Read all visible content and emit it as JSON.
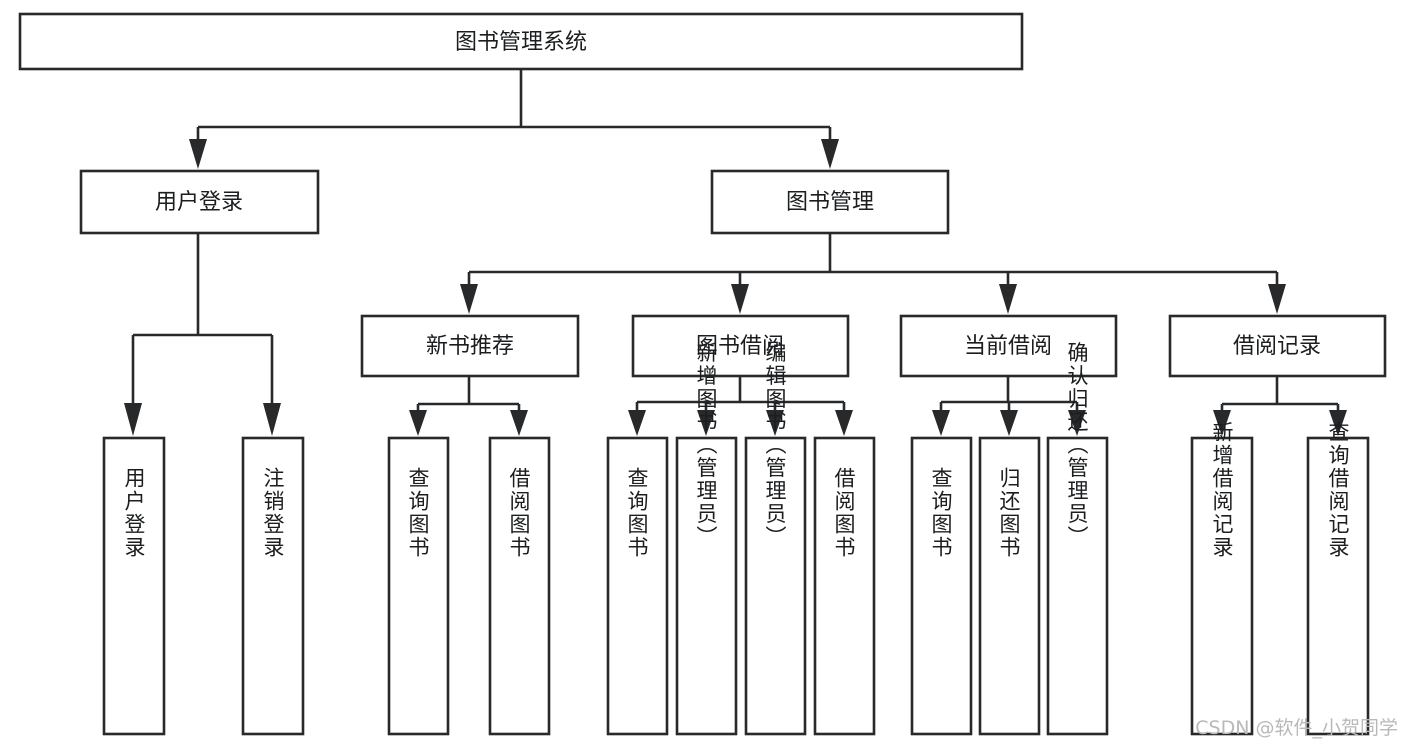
{
  "diagram": {
    "type": "tree-hierarchy-chart",
    "title": "图书管理系统",
    "watermark": "CSDN @软件_小贺同学",
    "colors": {
      "background": "#ffffff",
      "box_fill": "#ffffff",
      "box_stroke": "#27292b",
      "text": "#1b1d1f",
      "watermark": "#b9b9b9"
    },
    "levels": {
      "root": {
        "label": "图书管理系统"
      },
      "level2": [
        {
          "label": "用户登录"
        },
        {
          "label": "图书管理"
        }
      ],
      "level3": [
        {
          "label": "新书推荐"
        },
        {
          "label": "图书借阅"
        },
        {
          "label": "当前借阅"
        },
        {
          "label": "借阅记录"
        }
      ],
      "leaves": [
        {
          "label": "用户登录",
          "parent": "用户登录"
        },
        {
          "label": "注销登录",
          "parent": "用户登录"
        },
        {
          "label": "查询图书",
          "parent": "新书推荐"
        },
        {
          "label": "借阅图书",
          "parent": "新书推荐"
        },
        {
          "label": "查询图书",
          "parent": "图书借阅"
        },
        {
          "label": "新增图书（管理员）",
          "parent": "图书借阅"
        },
        {
          "label": "编辑图书（管理员）",
          "parent": "图书借阅"
        },
        {
          "label": "借阅图书",
          "parent": "图书借阅"
        },
        {
          "label": "查询图书",
          "parent": "当前借阅"
        },
        {
          "label": "归还图书",
          "parent": "当前借阅"
        },
        {
          "label": "确认归还（管理员）",
          "parent": "当前借阅"
        },
        {
          "label": "新增借阅记录",
          "parent": "借阅记录"
        },
        {
          "label": "查询借阅记录",
          "parent": "借阅记录"
        }
      ]
    }
  }
}
